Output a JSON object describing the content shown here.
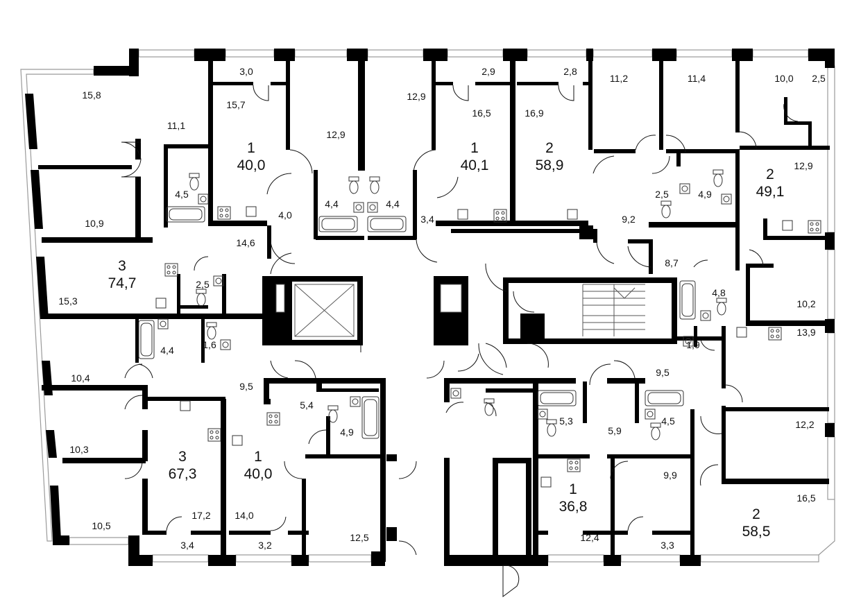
{
  "apartments": [
    {
      "rooms": "1",
      "area": "40,0"
    },
    {
      "rooms": "1",
      "area": "40,1"
    },
    {
      "rooms": "2",
      "area": "58,9"
    },
    {
      "rooms": "2",
      "area": "49,1"
    },
    {
      "rooms": "3",
      "area": "74,7"
    },
    {
      "rooms": "3",
      "area": "67,3"
    },
    {
      "rooms": "1",
      "area": "40,0"
    },
    {
      "rooms": "1",
      "area": "36,8"
    },
    {
      "rooms": "2",
      "area": "58,5"
    }
  ],
  "room_areas": [
    "15,8",
    "11,1",
    "3,0",
    "15,7",
    "12,9",
    "12,9",
    "2,9",
    "16,5",
    "2,8",
    "16,9",
    "11,2",
    "11,4",
    "10,0",
    "2,5",
    "12,9",
    "4,5",
    "4,0",
    "4,4",
    "4,4",
    "3,4",
    "2,5",
    "4,9",
    "9,2",
    "10,9",
    "14,6",
    "8,7",
    "4,8",
    "10,2",
    "2,5",
    "15,3",
    "4,4",
    "1,6",
    "1,9",
    "13,9",
    "10,4",
    "9,5",
    "9,5",
    "5,4",
    "4,9",
    "5,3",
    "5,9",
    "4,5",
    "12,2",
    "10,3",
    "9,9",
    "17,2",
    "14,0",
    "12,5",
    "12,4",
    "16,5",
    "10,5",
    "3,4",
    "3,2",
    "3,3"
  ],
  "colors": {
    "wall": "#000000",
    "window": "#9a9a9a",
    "fixture": "#333333",
    "background": "#ffffff"
  }
}
